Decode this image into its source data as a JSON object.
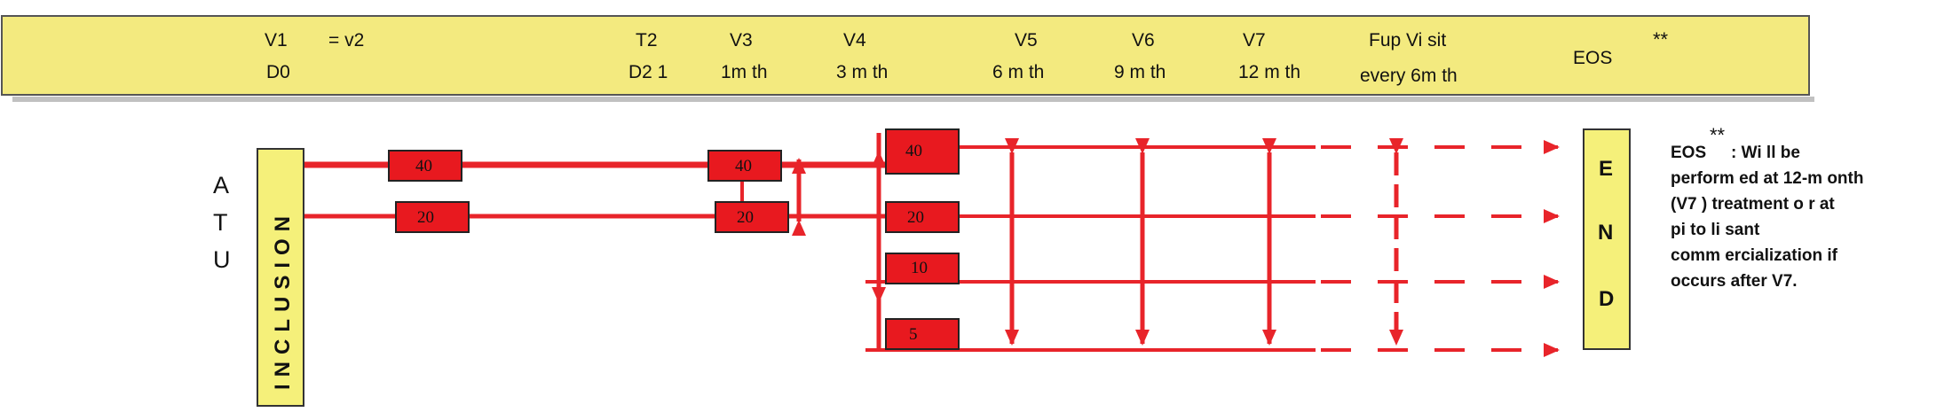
{
  "header": {
    "v1": "V1",
    "v1_eq": "= v2",
    "d0": "D0",
    "t2": "T2",
    "d21": "D2 1",
    "v3": "V3",
    "v3_sub": "1m th",
    "v4": "V4",
    "v4_sub": "3 m th",
    "v5": "V5",
    "v5_sub": "6 m th",
    "v6": "V6",
    "v6_sub": "9 m th",
    "v7": "V7",
    "v7_sub": "12 m th",
    "fup": "Fup Vi sit",
    "fup_sub": "every 6m th",
    "eos": "EOS",
    "eos_stars": "**"
  },
  "atu": [
    "A",
    "T",
    "U"
  ],
  "inclusion_label": "INCLUSION",
  "end_label": [
    "E",
    "N",
    "D"
  ],
  "doses": {
    "upper_1": "40",
    "lower_1": "20",
    "upper_2": "40",
    "lower_2": "20",
    "v4_40": "40",
    "v4_20": "20",
    "v4_10": "10",
    "v4_5": "5"
  },
  "note": {
    "title": "EOS",
    "stars": "**",
    "line1": ": Wi ll be",
    "line2": "perform ed at 12-m onth",
    "line3": "(V7 ) treatment o r at",
    "line4": "pi to li sant",
    "line5": "comm ercialization if",
    "line6": "occurs after V7."
  },
  "colors": {
    "header_fill": "#f3ea7f",
    "box_yellow": "#f5f07a",
    "red": "#e8242a",
    "dose_box": "#e8191f"
  }
}
